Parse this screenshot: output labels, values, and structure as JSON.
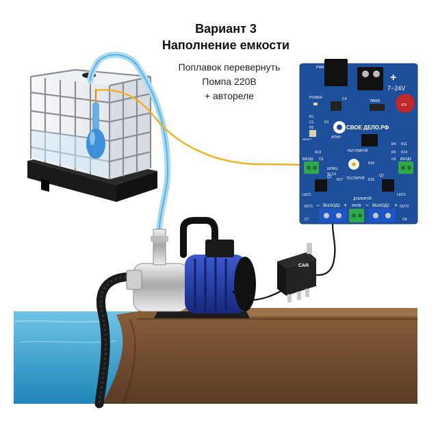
{
  "header": {
    "title_lines": [
      "Вариант 3",
      "Наполнение емкости"
    ],
    "subtitle_lines": [
      "Поплавок перевернуть",
      "Помпа 220В",
      "+ автореле"
    ]
  },
  "board": {
    "brand": "СВОЕ ДЕЛО.РФ",
    "voltage_label": "7~24V",
    "labels": {
      "pwr": "PWR",
      "power": "POWER",
      "reset": "RESET",
      "regulator": "78M05",
      "mcu": "ATINY",
      "adjust": "РЕГУЛИРУЙ",
      "test": "ТЕСТИРУЙ",
      "duplicate": "ДУБЛИРУЙ",
      "in1": "ВХОД1",
      "in2": "ВХОД2",
      "out1": "ВЫХОД1",
      "out2": "ВЫХОД2",
      "btn": "КНОВ",
      "slot": "ШЛИЦ",
      "sl": "SL2.0",
      "c1": "C1",
      "c4": "C4",
      "c5": "C5",
      "c6": "C6",
      "c7": "C7",
      "c8": "C8",
      "r1": "R1",
      "r2": "R2",
      "r4": "R4",
      "r5": "R5",
      "r11": "R11",
      "r13": "R13",
      "r14": "R14",
      "r15": "R15",
      "r16": "R16",
      "r17": "R17",
      "d1": "D1",
      "q1": "Q1",
      "q2": "Q2",
      "led1": "LED1",
      "led2": "LED2",
      "o1": "OUT1",
      "o2": "OUT2",
      "plus": "+",
      "minus": "−"
    }
  },
  "relay": {
    "brand": "CAR"
  },
  "colors": {
    "board": "#1e4f9a",
    "water": "#4ab2d8",
    "soil": "#6b4a2f",
    "wire_signal": "#f2b01e",
    "hose": "#8fd0ee",
    "pump_blue": "#1f3ea8",
    "terminal_green": "#2fa84a",
    "terminal_blue": "#1e56c8"
  }
}
